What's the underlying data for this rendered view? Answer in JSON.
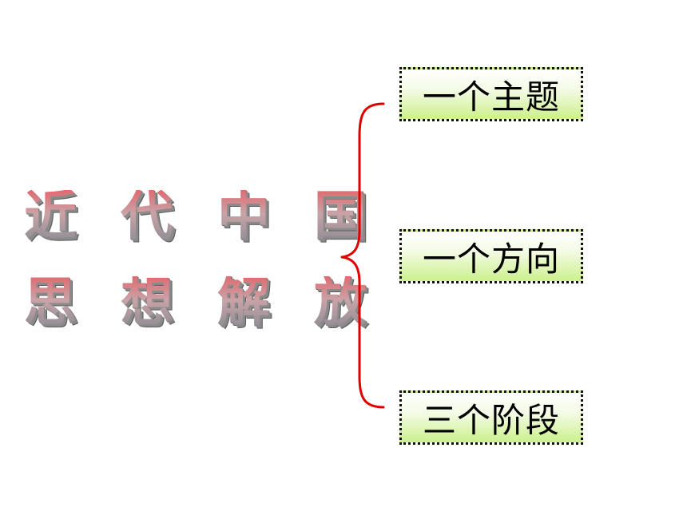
{
  "title": {
    "line1": "近 代 中 国",
    "line2": "思 想 解 放"
  },
  "branches": [
    {
      "label": "一个主题"
    },
    {
      "label": "一个方向"
    },
    {
      "label": "三个阶段"
    }
  ],
  "colors": {
    "brace": "#e00000",
    "box_fill_top": "#ffffff",
    "box_fill_bottom": "#ccf08c",
    "title_gradient_top": "#e06a70",
    "title_gradient_bottom": "#8d8d95"
  }
}
